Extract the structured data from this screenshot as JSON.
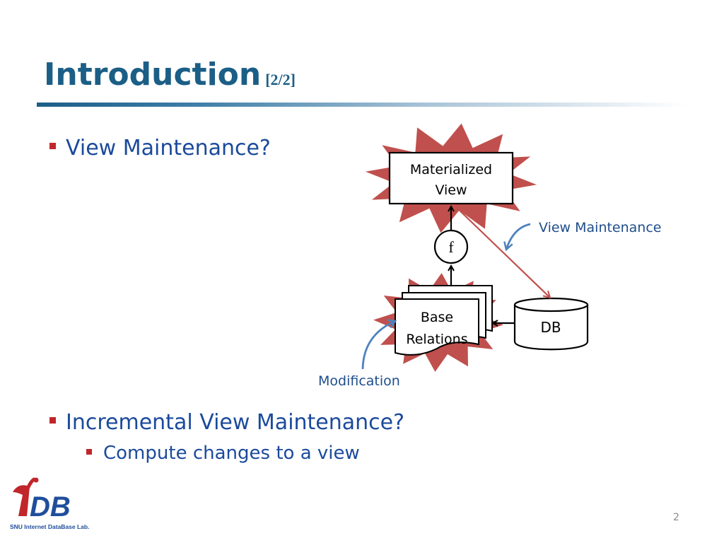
{
  "slide": {
    "title": "Introduction",
    "title_suffix": "[2/2]",
    "page_number": "2"
  },
  "bullets": [
    {
      "text": "View Maintenance?",
      "level": 1
    },
    {
      "text": "Incremental View Maintenance?",
      "level": 1
    },
    {
      "text": "Compute changes to a view",
      "level": 2
    }
  ],
  "diagram": {
    "materialized_view": [
      "Materialized",
      "View"
    ],
    "function_label": "f",
    "base_relations": [
      "Base",
      "Relations"
    ],
    "db_label": "DB",
    "view_maintenance_label": "View Maintenance",
    "modification_label": "Modification",
    "colors": {
      "burst": "#c0504d",
      "annotation_arrow": "#4f81bd",
      "maintenance_arrow": "#c0504d",
      "annotation_text": "#1f4e8c",
      "box_stroke": "#000000"
    }
  },
  "logo": {
    "wordmark": "iDB",
    "caption": "SNU Internet DataBase Lab."
  }
}
